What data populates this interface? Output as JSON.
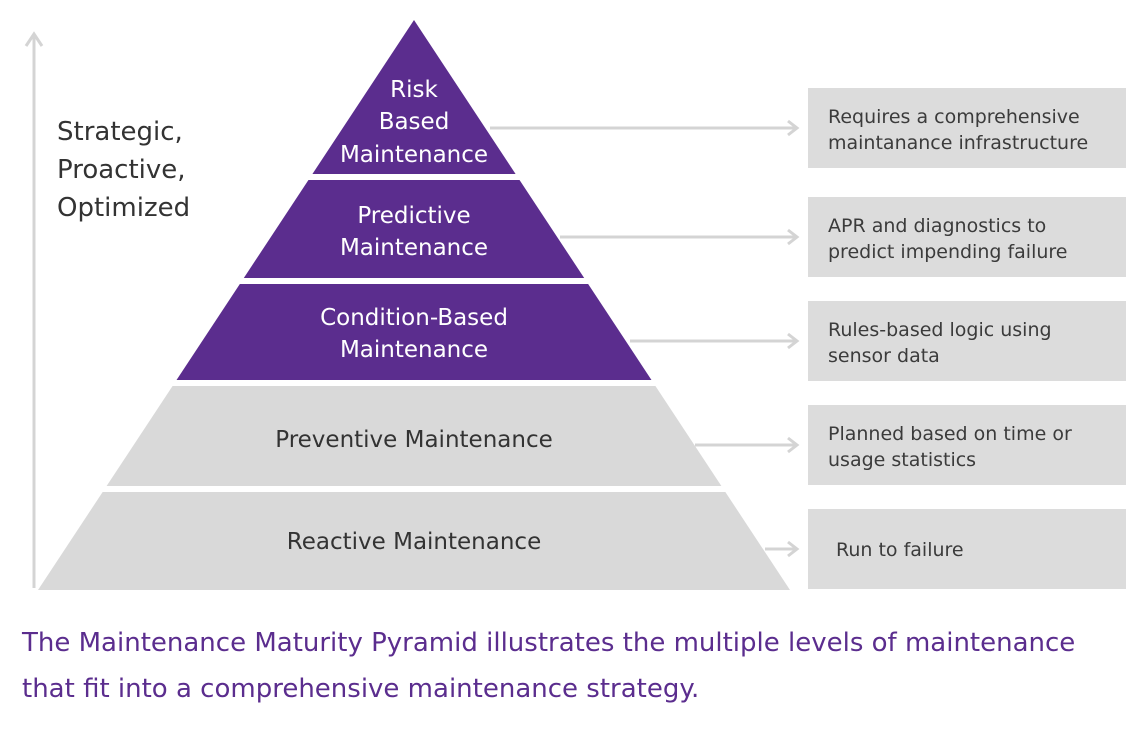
{
  "axis_label": [
    "Strategic,",
    "Proactive,",
    "Optimized"
  ],
  "levels": [
    {
      "name": [
        "Risk",
        "Based",
        "Maintenance"
      ],
      "description": [
        "Requires a comprehensive",
        "maintanance infrastructure"
      ]
    },
    {
      "name": [
        "Predictive",
        "Maintenance"
      ],
      "description": [
        "APR and diagnostics to",
        "predict impending failure"
      ]
    },
    {
      "name": [
        "Condition-Based",
        "Maintenance"
      ],
      "description": [
        "Rules-based logic using",
        "sensor data"
      ]
    },
    {
      "name": [
        "Preventive Maintenance"
      ],
      "description": [
        "Planned based on time or",
        "usage statistics"
      ]
    },
    {
      "name": [
        "Reactive Maintenance"
      ],
      "description": [
        "Run to failure"
      ]
    }
  ],
  "caption": "The Maintenance Maturity Pyramid illustrates the multiple levels of maintenance that fit into a comprehensive maintenance strategy.",
  "colors": {
    "purple": "#5b2d8e",
    "gray": "#d9d9d9",
    "box": "#dcdcdc",
    "arrow": "#d4d4d4",
    "dark_text": "#333333"
  }
}
